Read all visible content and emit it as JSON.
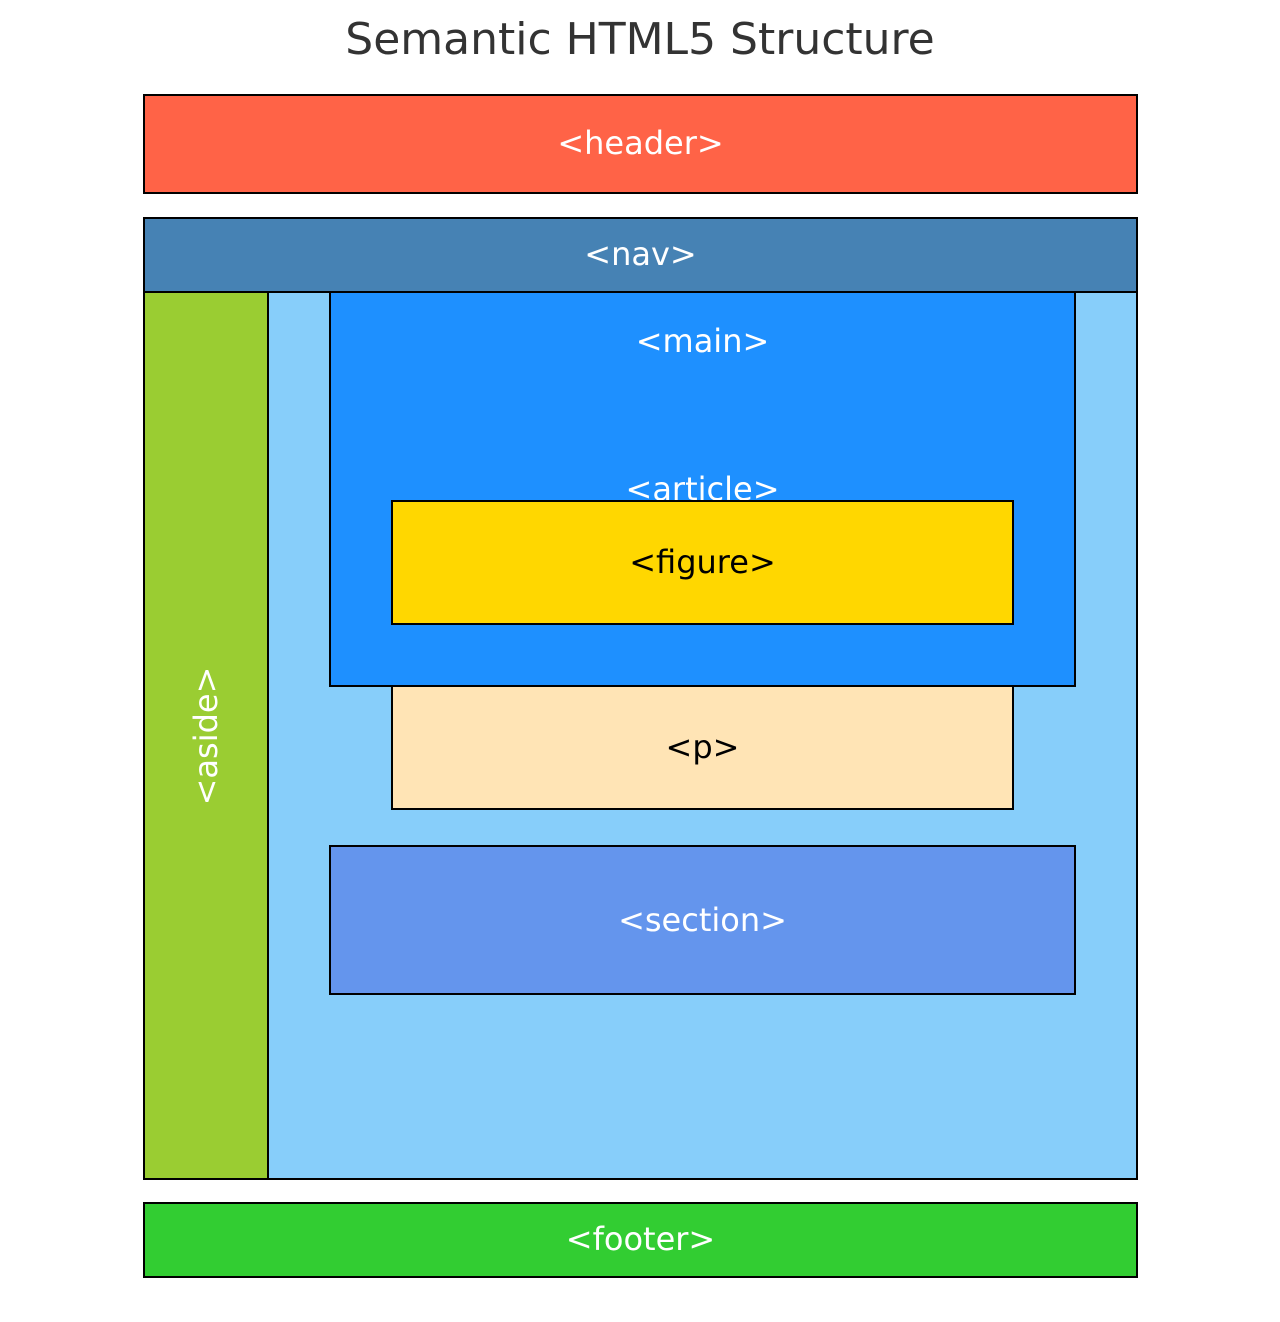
{
  "diagram": {
    "title": "Semantic HTML5 Structure",
    "elements": {
      "header": {
        "label": "<header>",
        "fill": "#FF6347",
        "text_color": "#FFFFFF"
      },
      "nav": {
        "label": "<nav>",
        "fill": "#4682B4",
        "text_color": "#FFFFFF"
      },
      "content": {
        "fill": "#87CEFA"
      },
      "aside": {
        "label": "<aside>",
        "fill": "#9ACD32",
        "text_color": "#FFFFFF"
      },
      "main": {
        "label": "<main>",
        "fill": "#1E90FF",
        "text_color": "#FFFFFF"
      },
      "article": {
        "label": "<article>",
        "text_color": "#FFFFFF"
      },
      "figure": {
        "label": "<figure>",
        "fill": "#FFD700",
        "text_color": "#000000"
      },
      "p": {
        "label": "<p>",
        "fill": "#FFE4B5",
        "text_color": "#000000"
      },
      "section": {
        "label": "<section>",
        "fill": "#6495ED",
        "text_color": "#FFFFFF"
      },
      "footer": {
        "label": "<footer>",
        "fill": "#32CD32",
        "text_color": "#FFFFFF"
      }
    }
  }
}
